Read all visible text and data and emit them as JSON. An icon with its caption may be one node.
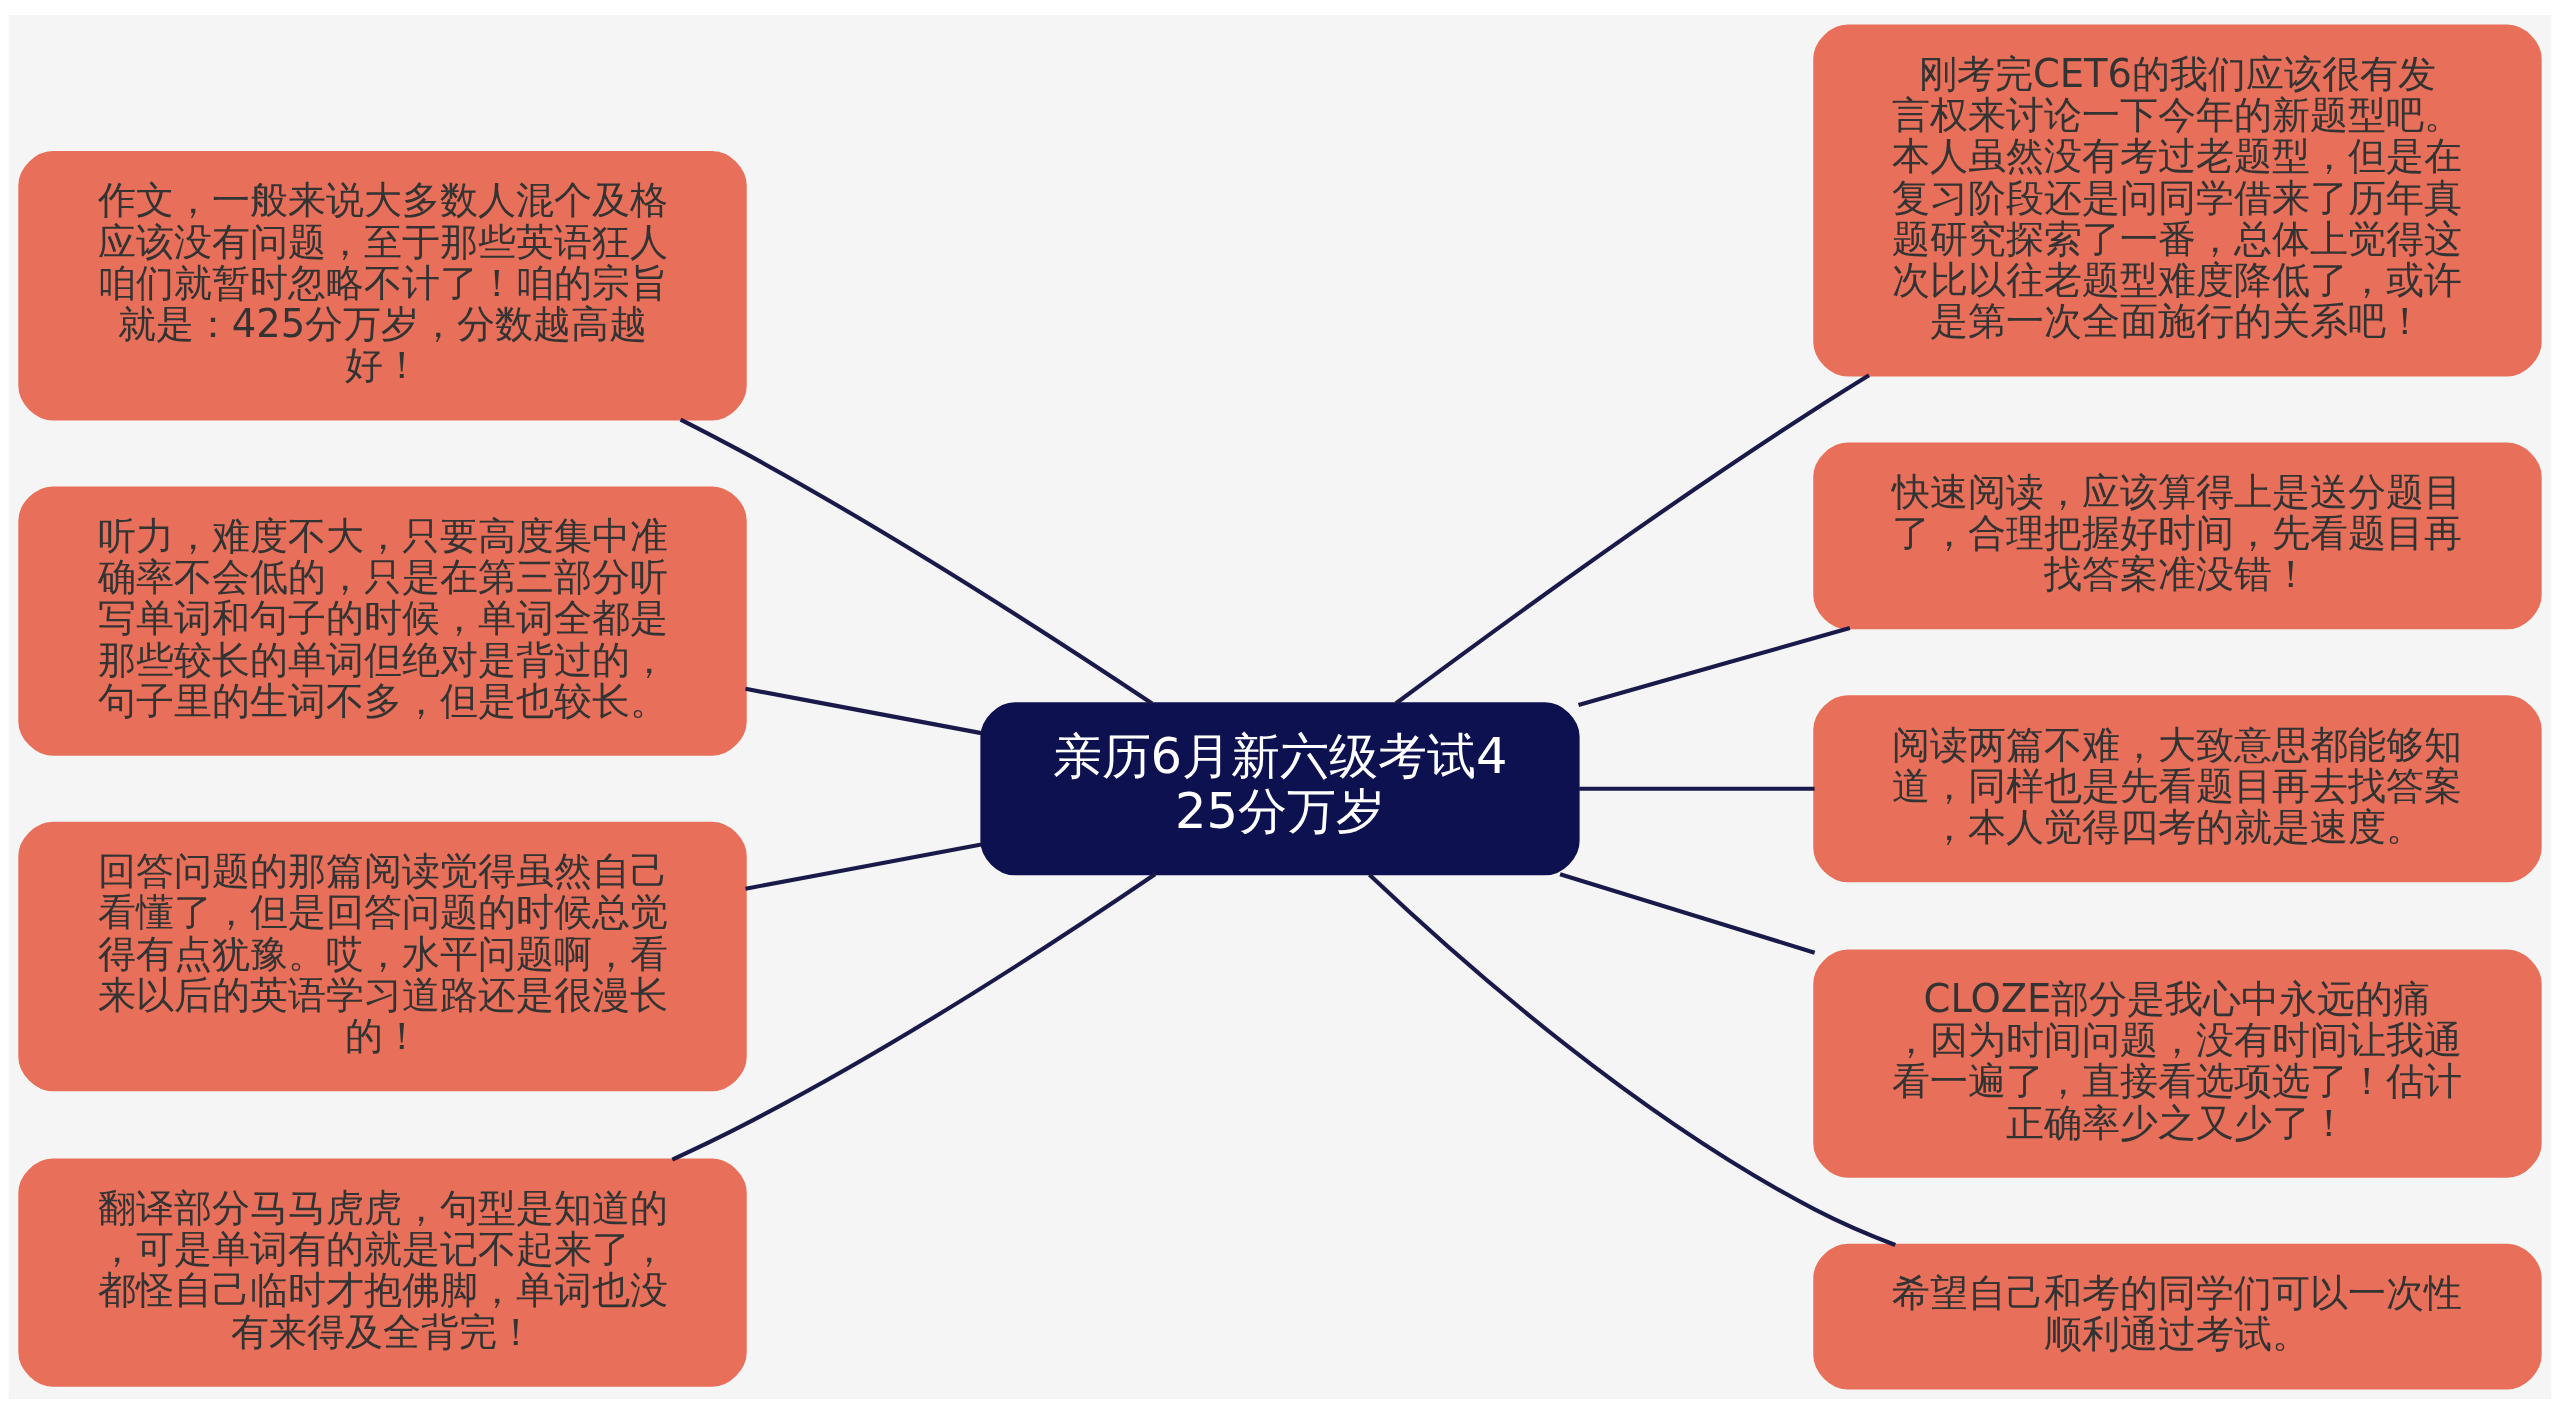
{
  "diagram": {
    "nodes": [
      {
        "text": [
          "亲历6月新六级考试425分万岁"
        ]
      },
      {
        "text": [
          "作文，一般来说大多数人混个及格应该没有问题，至于那些英语狂人咱们就暂时忽略不计了！咱的宗旨就是：425分万岁，分数越高越好！"
        ]
      },
      {
        "text": [
          "听力，难度不大，只要高度集中准确率不会低的，只是在第三部分听写单词和句子的时候，单词全都是那些较长的单词但绝对是背过的，句子里的生词不多，但是也较长。"
        ]
      },
      {
        "text": [
          "回答问题的那篇阅读觉得虽然自己看懂了，但是回答问题的时候总觉得有点犹豫。哎，水平问题啊，看来以后的英语学习道路还是很漫长的！"
        ]
      },
      {
        "text": [
          "翻译部分马马虎虎，句型是知道的，可是单词有的就是记不起来了，都怪自己临时才抱佛脚，单词也没有来得及全背完！"
        ]
      },
      {
        "text": [
          "刚考完CET6的我们应该很有发言权来讨论一下今年的新题型吧。本人虽然没有考过老题型，但是在复习阶段还是问同学借来了历年真题研究探索了一番，总体上觉得这次比以往老题型难度降低了，或许是第一次全面施行的关系吧！"
        ]
      },
      {
        "text": [
          "快速阅读，应该算得上是送分题目了，合理把握好时间，先看题目再找答案准没错！"
        ]
      },
      {
        "text": [
          "阅读两篇不难，大致意思都能够知道，同样也是先看题目再去找答案，本人觉得四考的就是速度。"
        ]
      },
      {
        "text": [
          "CLOZE部分是我心中永远的痛，因为时间问题，没有时间让我通看一遍了，直接看选项选了！估计正确率少之又少了！"
        ]
      },
      {
        "text": [
          "希望自己和考的同学们可以一次性顺利通过考试。"
        ]
      }
    ],
    "edges": [
      {
        "from": 0,
        "to": 1,
        "arrow": "none"
      },
      {
        "from": 0,
        "to": 2,
        "arrow": "none"
      },
      {
        "from": 0,
        "to": 3,
        "arrow": "none"
      },
      {
        "from": 0,
        "to": 4,
        "arrow": "none"
      },
      {
        "from": 0,
        "to": 5,
        "arrow": "none"
      },
      {
        "from": 0,
        "to": 6,
        "arrow": "none"
      },
      {
        "from": 0,
        "to": 7,
        "arrow": "none"
      },
      {
        "from": 0,
        "to": 8,
        "arrow": "none"
      },
      {
        "from": 0,
        "to": 9,
        "arrow": "none"
      }
    ]
  }
}
